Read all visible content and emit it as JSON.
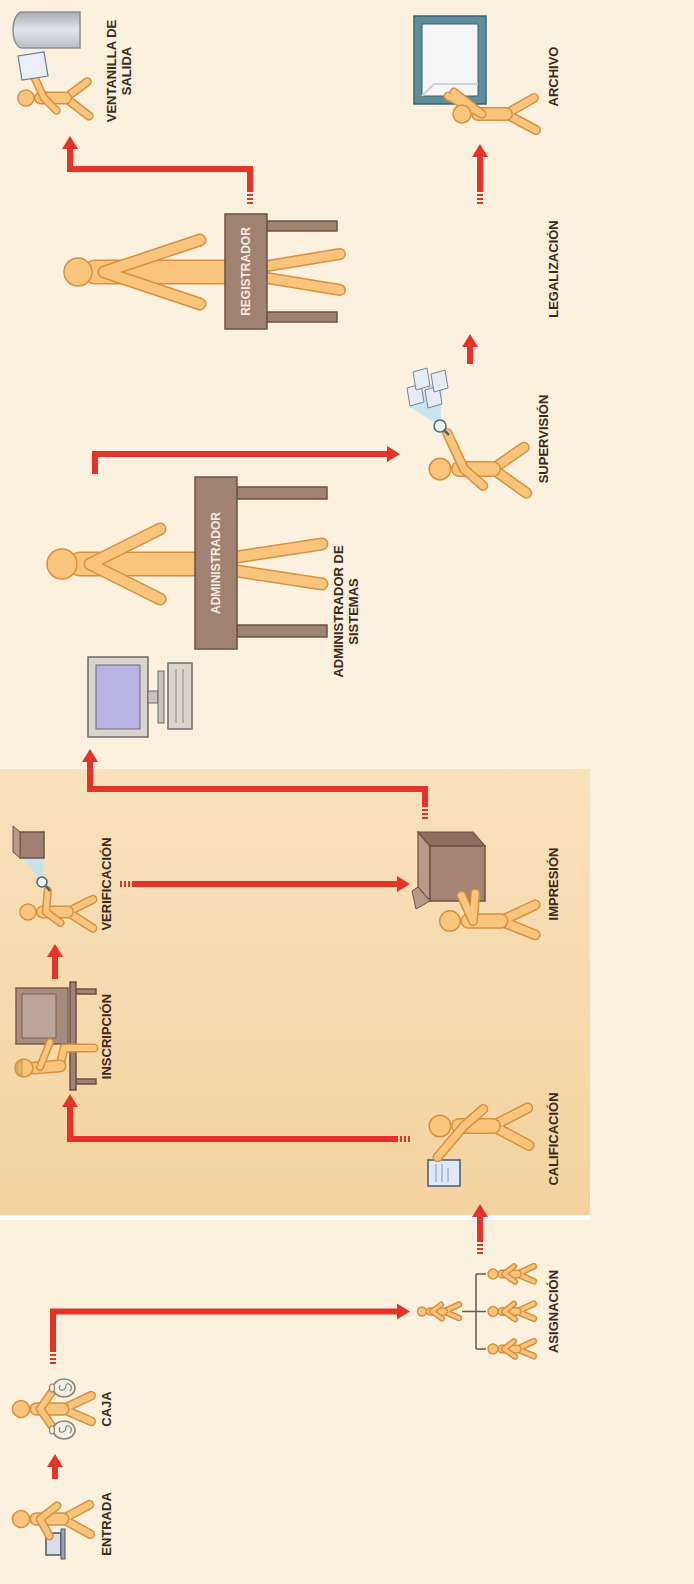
{
  "diagram": {
    "nodes": [
      {
        "text": [
          "ENTRADA"
        ]
      },
      {
        "text": [
          "CAJA"
        ]
      },
      {
        "text": [
          "ASIGNACIÓN"
        ]
      },
      {
        "text": [
          "CALIFICACIÓN"
        ]
      },
      {
        "text": [
          "INSCRIPCIÓN"
        ]
      },
      {
        "text": [
          "VERIFICACIÓN"
        ]
      },
      {
        "text": [
          "IMPRESIÓN"
        ]
      },
      {
        "text": [
          "ADMINISTRADOR DE SISTEMAS"
        ]
      },
      {
        "text": [
          "SUPERVISIÓN"
        ]
      },
      {
        "text": [
          "LEGALIZACIÓN"
        ]
      },
      {
        "text": [
          "VENTANILLA DE SALIDA"
        ]
      },
      {
        "text": [
          "ARCHIVO"
        ]
      }
    ],
    "edges": [
      {
        "from": 0,
        "to": 1,
        "arrow": "to"
      },
      {
        "from": 1,
        "to": 2,
        "arrow": "to"
      },
      {
        "from": 2,
        "to": 3,
        "arrow": "to"
      },
      {
        "from": 3,
        "to": 4,
        "arrow": "to"
      },
      {
        "from": 4,
        "to": 5,
        "arrow": "to"
      },
      {
        "from": 5,
        "to": 6,
        "arrow": "to"
      },
      {
        "from": 6,
        "to": 7,
        "arrow": "to"
      },
      {
        "from": 7,
        "to": 8,
        "arrow": "to"
      },
      {
        "from": 8,
        "to": 9,
        "arrow": "to"
      },
      {
        "from": 9,
        "to": 10,
        "arrow": "to"
      },
      {
        "from": 9,
        "to": 11,
        "arrow": "to"
      }
    ],
    "labels": [
      "ADMINISTRADOR",
      "REGISTRADOR"
    ]
  }
}
